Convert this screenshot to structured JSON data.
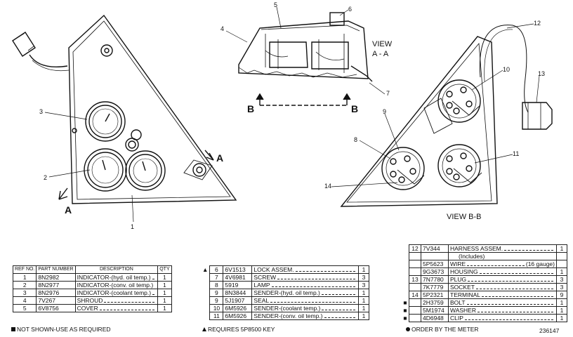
{
  "callouts": [
    "1",
    "2",
    "3",
    "4",
    "5",
    "6",
    "7",
    "8",
    "9",
    "10",
    "11",
    "12",
    "13",
    "14"
  ],
  "view_aa": {
    "line1": "VIEW",
    "line2": "A - A"
  },
  "view_bb": "VIEW B-B",
  "section_letters": {
    "a": "A",
    "b": "B"
  },
  "table1": {
    "headers": {
      "ref": "REF NO.",
      "part": "PART NUMBER",
      "desc": "DESCRIPTION",
      "qty": "QTY"
    },
    "rows": [
      {
        "ref": "1",
        "part": "8N2982",
        "desc": "INDICATOR-(hyd. oil temp.)",
        "qty": "1"
      },
      {
        "ref": "2",
        "part": "8N2977",
        "desc": "INDICATOR-(conv. oil temp.)",
        "qty": "1"
      },
      {
        "ref": "3",
        "part": "8N2976",
        "desc": "INDICATOR-(coolant temp.)",
        "qty": "1"
      },
      {
        "ref": "4",
        "part": "7V267",
        "desc": "SHROUD",
        "qty": "1"
      },
      {
        "ref": "5",
        "part": "6V8756",
        "desc": "COVER",
        "qty": "1"
      }
    ],
    "note": "NOT SHOWN-USE AS REQUIRED"
  },
  "table2": {
    "rows": [
      {
        "mark": "▲",
        "ref": "6",
        "part": "6V1513",
        "desc": "LOCK ASSEM.",
        "qty": "1"
      },
      {
        "mark": "",
        "ref": "7",
        "part": "4V6981",
        "desc": "SCREW",
        "qty": "3"
      },
      {
        "mark": "",
        "ref": "8",
        "part": "5919",
        "desc": "LAMP",
        "qty": "3"
      },
      {
        "mark": "",
        "ref": "9",
        "part": "8N3844",
        "desc": "SENDER-(hyd. oil temp.)",
        "qty": "1"
      },
      {
        "mark": "",
        "ref": "9",
        "part": "5J1907",
        "desc": "SEAL",
        "qty": "1"
      },
      {
        "mark": "",
        "ref": "10",
        "part": "6M5926",
        "desc": "SENDER-(coolant temp.)",
        "qty": "1"
      },
      {
        "mark": "",
        "ref": "11",
        "part": "6M5926",
        "desc": "SENDER-(conv. oil temp.)",
        "qty": "1"
      }
    ],
    "note": "REQUIRES 5P8500 KEY"
  },
  "table3": {
    "rows": [
      {
        "mark": "",
        "ref": "12",
        "part": "7V344",
        "desc": "HARNESS ASSEM.",
        "qty": "1"
      },
      {
        "mark": "",
        "ref": "",
        "part": "",
        "desc": "(Includes)",
        "qty": ""
      },
      {
        "mark": "",
        "ref": "",
        "part": "5P5623",
        "desc": "WIRE",
        "extra": "(16 gauge)",
        "qty": ""
      },
      {
        "mark": "",
        "ref": "",
        "part": "9G3673",
        "desc": "HOUSING",
        "qty": "1"
      },
      {
        "mark": "",
        "ref": "13",
        "part": "7N7780",
        "desc": "PLUG",
        "qty": "3"
      },
      {
        "mark": "",
        "ref": "",
        "part": "7K7779",
        "desc": "SOCKET",
        "qty": "3"
      },
      {
        "mark": "",
        "ref": "14",
        "part": "5P2321",
        "desc": "TERMINAL",
        "qty": "9"
      },
      {
        "mark": "■",
        "ref": "",
        "part": "2H3759",
        "desc": "BOLT",
        "qty": "1"
      },
      {
        "mark": "■",
        "ref": "",
        "part": "5M1974",
        "desc": "WASHER",
        "qty": "1"
      },
      {
        "mark": "■",
        "ref": "",
        "part": "4D6948",
        "desc": "CLIP",
        "qty": "1"
      }
    ],
    "note": "ORDER BY THE METER",
    "drawing_number": "236147"
  }
}
